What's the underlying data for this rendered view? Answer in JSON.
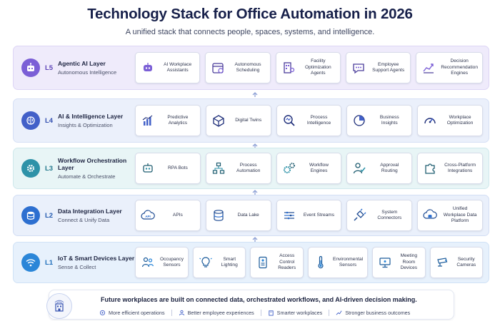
{
  "header": {
    "title": "Technology Stack for Office Automation in 2026",
    "subtitle": "A unified stack that connects people, spaces, systems, and intelligence."
  },
  "colors": {
    "l5": "#7b5fd6",
    "l4": "#4260c8",
    "l3": "#2e92a8",
    "l2": "#2d6fd0",
    "l1": "#2b86d8",
    "title": "#17204a"
  },
  "layers": [
    {
      "level": "L5",
      "name": "Agentic AI Layer",
      "desc": "Autonomous Intelligence",
      "icon": "robot-icon",
      "items": [
        {
          "label": "AI Workplace Assistants",
          "icon": "assistant-icon"
        },
        {
          "label": "Autonomous Scheduling",
          "icon": "calendar-icon"
        },
        {
          "label": "Facility Optimization Agents",
          "icon": "building-icon"
        },
        {
          "label": "Employee Support Agents",
          "icon": "chat-icon"
        },
        {
          "label": "Decision Recommendation Engines",
          "icon": "trend-chart-icon"
        }
      ]
    },
    {
      "level": "L4",
      "name": "AI & Intelligence Layer",
      "desc": "Insights & Optimization",
      "icon": "brain-icon",
      "items": [
        {
          "label": "Predictive Analytics",
          "icon": "bar-chart-icon"
        },
        {
          "label": "Digital Twins",
          "icon": "cube-icon"
        },
        {
          "label": "Process Intelligence",
          "icon": "magnifier-icon"
        },
        {
          "label": "Business Insights",
          "icon": "pie-chart-icon"
        },
        {
          "label": "Workplace Optimization",
          "icon": "gauge-icon"
        }
      ]
    },
    {
      "level": "L3",
      "name": "Workflow Orchestration Layer",
      "desc": "Automate & Orchestrate",
      "icon": "gear-icon",
      "items": [
        {
          "label": "RPA Bots",
          "icon": "bot-icon"
        },
        {
          "label": "Process Automation",
          "icon": "flow-icon"
        },
        {
          "label": "Workflow Engines",
          "icon": "gears-icon"
        },
        {
          "label": "Approval Routing",
          "icon": "user-check-icon"
        },
        {
          "label": "Cross-Platform Integrations",
          "icon": "puzzle-icon"
        }
      ]
    },
    {
      "level": "L2",
      "name": "Data Integration Layer",
      "desc": "Connect & Unify Data",
      "icon": "database-icon",
      "items": [
        {
          "label": "APIs",
          "icon": "api-icon"
        },
        {
          "label": "Data Lake",
          "icon": "data-lake-icon"
        },
        {
          "label": "Event Streams",
          "icon": "stream-icon"
        },
        {
          "label": "System Connectors",
          "icon": "plug-icon"
        },
        {
          "label": "Unified Workplace Data Platform",
          "icon": "cloud-database-icon"
        }
      ]
    },
    {
      "level": "L1",
      "name": "IoT & Smart Devices Layer",
      "desc": "Sense & Collect",
      "icon": "wifi-icon",
      "items": [
        {
          "label": "Occupancy Sensors",
          "icon": "people-icon"
        },
        {
          "label": "Smart Lighting",
          "icon": "bulb-icon"
        },
        {
          "label": "Access Control Readers",
          "icon": "badge-reader-icon"
        },
        {
          "label": "Environmental Sensors",
          "icon": "thermometer-icon"
        },
        {
          "label": "Meeting Room Devices",
          "icon": "monitor-icon"
        },
        {
          "label": "Security Cameras",
          "icon": "camera-icon"
        }
      ]
    }
  ],
  "footer": {
    "statement": "Future workplaces are built on connected data, orchestrated workflows, and AI-driven decision making.",
    "benefits": [
      "More efficient operations",
      "Better employee experiences",
      "Smarter workplaces",
      "Stronger business outcomes"
    ]
  }
}
